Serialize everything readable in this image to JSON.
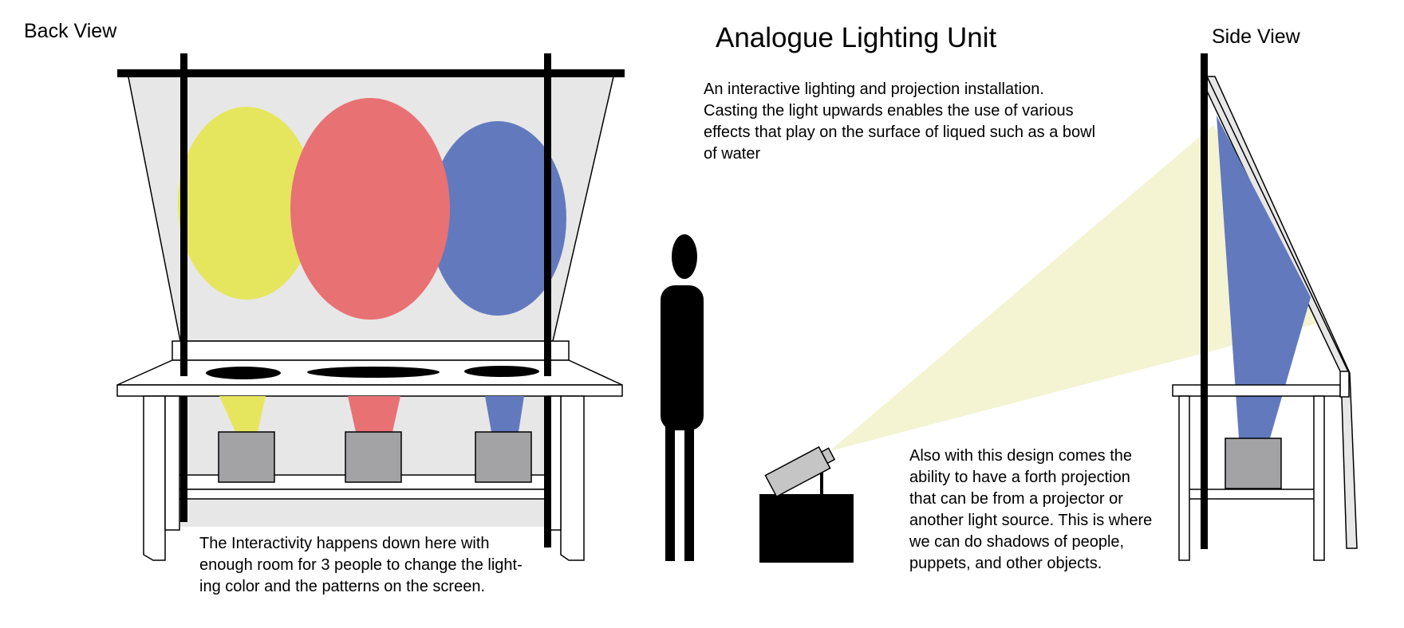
{
  "title": "Analogue Lighting Unit",
  "back_view_label": "Back View",
  "side_view_label": "Side View",
  "intro_text": [
    "An interactive lighting and projection installation.",
    "Casting the light upwards enables the use of various",
    "effects that play on the surface of liqued such as a bowl",
    "of water"
  ],
  "interactivity_text": [
    "The Interactivity happens down here with",
    "enough room for 3 people to change the light-",
    "ing color and the patterns on the screen."
  ],
  "projection_text": [
    "Also with this design comes the",
    "ability to have a forth projection",
    "that can be from a projector or",
    "another light source. This is where",
    "we can do shadows of people,",
    "puppets, and other objects."
  ],
  "colors": {
    "yellow_light": "#e6e65e",
    "red_light": "#e87174",
    "blue_light": "#6279bd",
    "screen": "#e7e7e7",
    "lamp_box": "#a3a3a6",
    "projector_beam": "#f4f3d2"
  }
}
